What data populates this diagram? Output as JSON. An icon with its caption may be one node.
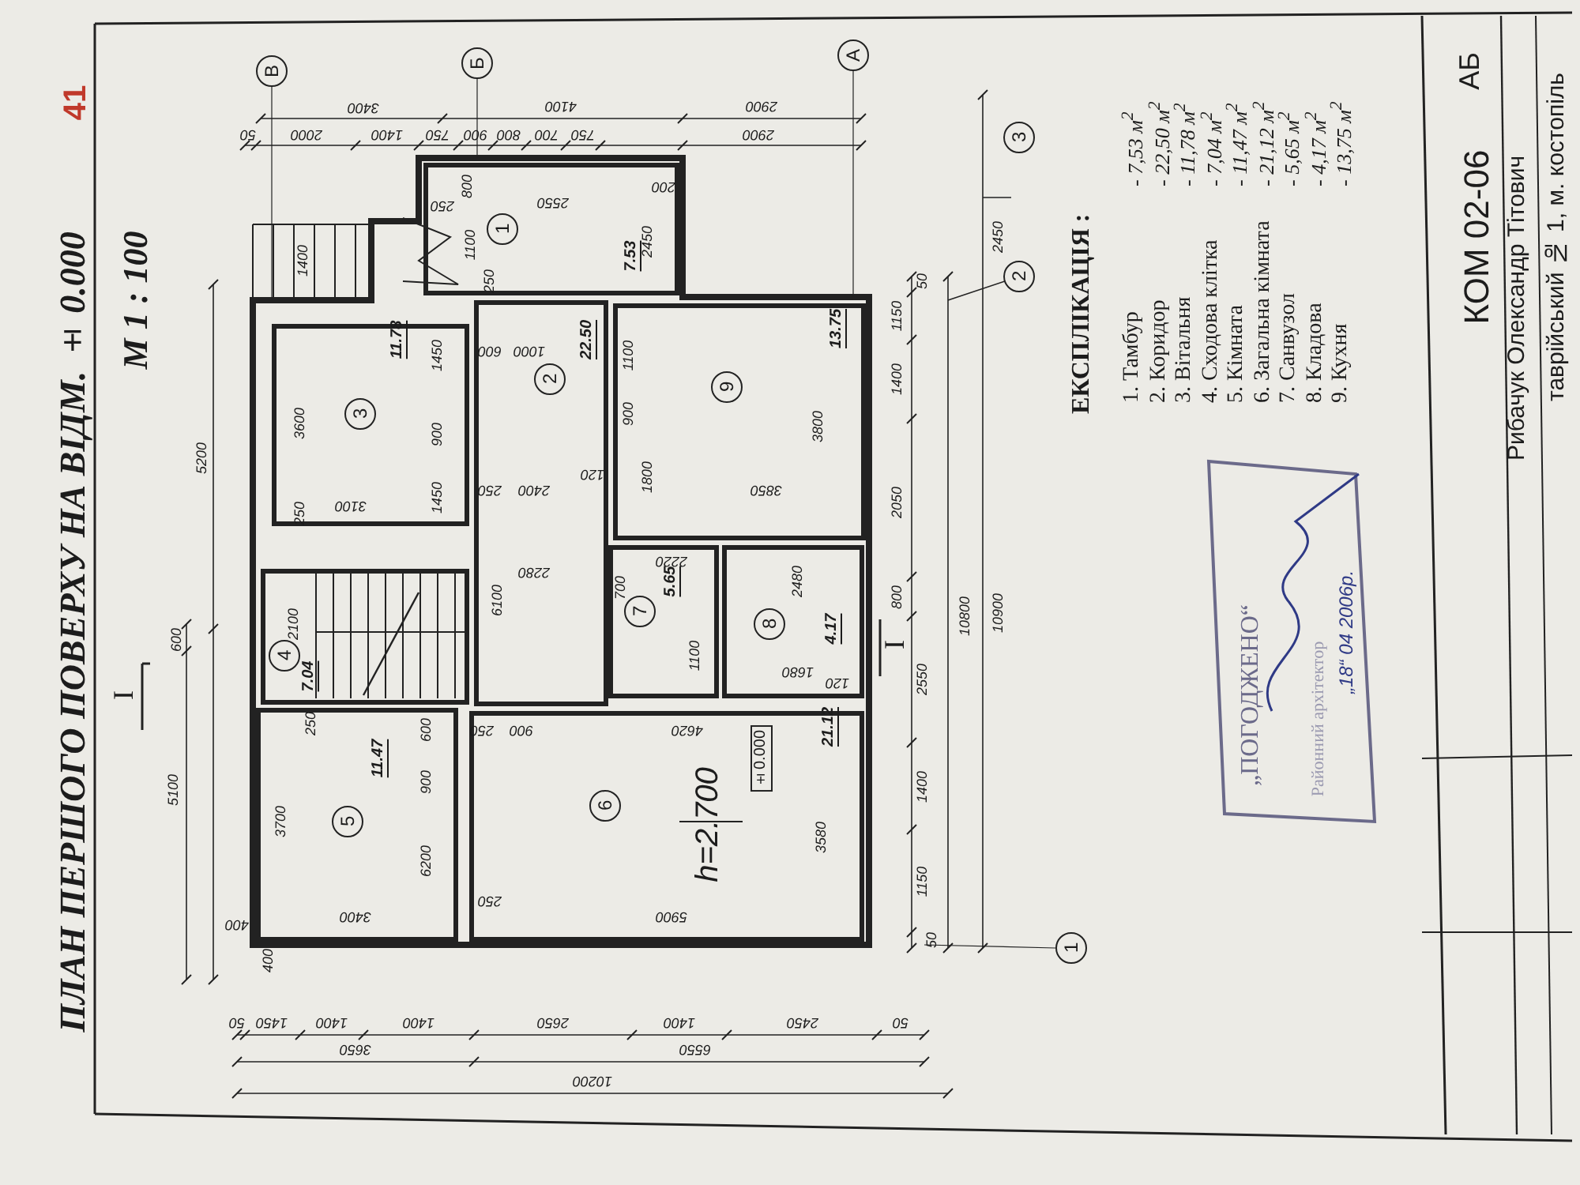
{
  "diagram": {
    "title": "ПЛАН ПЕРШОГО ПОВЕРХУ НА ВІДМ. ± 0.000",
    "nodes": [
      {
        "text": [
          "1",
          "7.53"
        ]
      },
      {
        "text": [
          "2",
          "22.50"
        ]
      },
      {
        "text": [
          "3",
          "11.78"
        ]
      },
      {
        "text": [
          "4",
          "7.04"
        ]
      },
      {
        "text": [
          "5",
          "11.47"
        ]
      },
      {
        "text": [
          "6",
          "h=2.700",
          "±0.000",
          "21.12"
        ]
      },
      {
        "text": [
          "7",
          "5.65"
        ]
      },
      {
        "text": [
          "8",
          "4.17"
        ]
      },
      {
        "text": [
          "9",
          "13.75"
        ]
      }
    ],
    "edges": [],
    "labels": [
      "41",
      "М 1 : 100",
      "В",
      "Б",
      "А",
      "2",
      "3",
      "1",
      "I",
      "I",
      "3400",
      "4100",
      "2900",
      "50",
      "2000",
      "1400",
      "750",
      "900",
      "800",
      "700",
      "750",
      "2900",
      "250",
      "800",
      "2550",
      "200",
      "1100",
      "250",
      "2450",
      "1400",
      "5200",
      "600",
      "5100",
      "2100",
      "3600",
      "1450",
      "900",
      "1450",
      "3100",
      "250",
      "600",
      "1000",
      "1100",
      "900",
      "250",
      "2400",
      "120",
      "1800",
      "3850",
      "6100",
      "2280",
      "2220",
      "700",
      "1100",
      "2480",
      "1680",
      "120",
      "250",
      "600",
      "900",
      "6200",
      "3700",
      "3400",
      "400",
      "400",
      "250",
      "900",
      "4620",
      "5900",
      "250",
      "3580",
      "3800",
      "50",
      "1150",
      "1400",
      "2050",
      "800",
      "2550",
      "1400",
      "1150",
      "50",
      "10800",
      "10900",
      "2450",
      "50",
      "1450",
      "1400",
      "1400",
      "2650",
      "1400",
      "2450",
      "50",
      "3650",
      "6550",
      "10200",
      "ЕКСПЛІКАЦІЯ :",
      "1. Тамбур",
      "- 7,53 м$^{2}$",
      "2. Коридор",
      "- 22,50 м$^{2}$",
      "3. Вітальня",
      "- 11,78 м$^{2}$",
      "4. Сходова клітка",
      "- 7,04 м$^{2}$",
      "5. Кімната",
      "- 11,47 м$^{2}$",
      "6. Загальна кімната",
      "- 21,12 м$^{2}$",
      "7. Санвузол",
      "- 5,65 м$^{2}$",
      "8. Кладова",
      "- 4,17 м$^{2}$",
      "9. Кухня",
      "- 13,75 м$^{2}$",
      "„ПОГОДЖЕНО“",
      "Районний архітектор",
      "„18“ 04 2006р.",
      "КОМ 02-06",
      "АБ",
      "Рибачук Олександр Тітович",
      "таврійський № 1, м. костопіль"
    ]
  }
}
